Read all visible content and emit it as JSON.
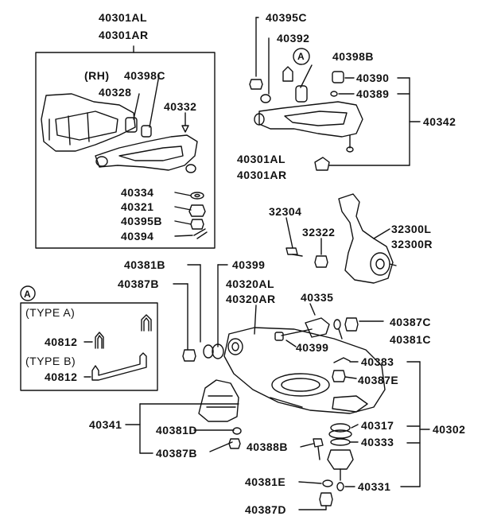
{
  "labels": {
    "upper_arm_l": "40301AL",
    "upper_arm_r": "40301AR",
    "rh": "(RH)",
    "p40398c": "40398C",
    "p40328": "40328",
    "p40332": "40332",
    "p40334": "40334",
    "p40321": "40321",
    "p40395b": "40395B",
    "p40394": "40394",
    "p40395c": "40395C",
    "p40392": "40392",
    "circle_a": "A",
    "p40398b": "40398B",
    "p40390": "40390",
    "p40389": "40389",
    "p40342": "40342",
    "arm_l_lower": "40301AL",
    "arm_r_lower": "40301AR",
    "p32304": "32304",
    "p32322": "32322",
    "p32300l": "32300L",
    "p32300r": "32300R",
    "p40381b": "40381B",
    "p40399_top": "40399",
    "p40387b": "40387B",
    "p40320al": "40320AL",
    "p40320ar": "40320AR",
    "p40335": "40335",
    "p40387c": "40387C",
    "p40381c": "40381C",
    "p40399_mid": "40399",
    "type_a": "(TYPE A)",
    "type_b": "(TYPE B)",
    "p40812_a": "40812",
    "p40812_b": "40812",
    "p40383": "40383",
    "p40387e": "40387E",
    "p40341": "40341",
    "p40381d": "40381D",
    "p40387b_low": "40387B",
    "p40317": "40317",
    "p40302": "40302",
    "p40333": "40333",
    "p40388b": "40388B",
    "p40381e": "40381E",
    "p40331": "40331",
    "p40387d": "40387D"
  }
}
